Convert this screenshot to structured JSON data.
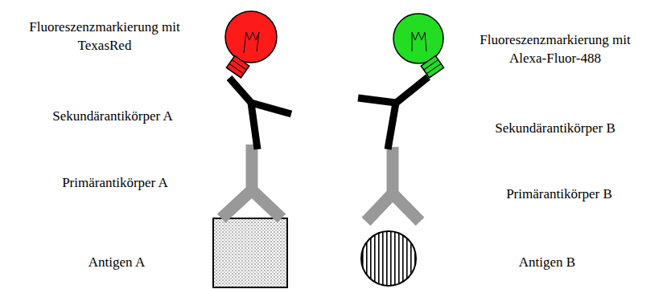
{
  "diagram": {
    "labels": [
      "Fluoreszenzmarkierung mit TexasRed",
      "Fluoreszenzmarkierung mit Alexa-Fluor-488",
      "Sekundärantikörper A",
      "Sekundärantikörper B",
      "Primärantikörper A",
      "Primärantikörper B",
      "Antigen A",
      "Antigen B"
    ]
  }
}
